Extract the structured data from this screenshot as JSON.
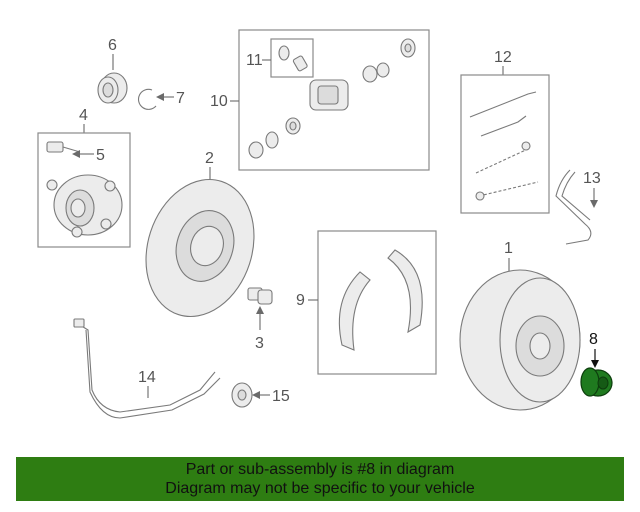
{
  "callouts": {
    "c1": "1",
    "c2": "2",
    "c3": "3",
    "c4": "4",
    "c5": "5",
    "c6": "6",
    "c7": "7",
    "c8": "8",
    "c9": "9",
    "c10": "10",
    "c11": "11",
    "c12": "12",
    "c13": "13",
    "c14": "14",
    "c15": "15"
  },
  "highlight": {
    "part_number": "8",
    "color": "#2e7d12"
  },
  "banner": {
    "line1": "Part or sub-assembly is #8 in diagram",
    "line2": "Diagram may not be specific to your vehicle"
  },
  "colors": {
    "line": "#7a7a7a",
    "fill": "#ececec",
    "banner_bg": "#2e7d12"
  }
}
